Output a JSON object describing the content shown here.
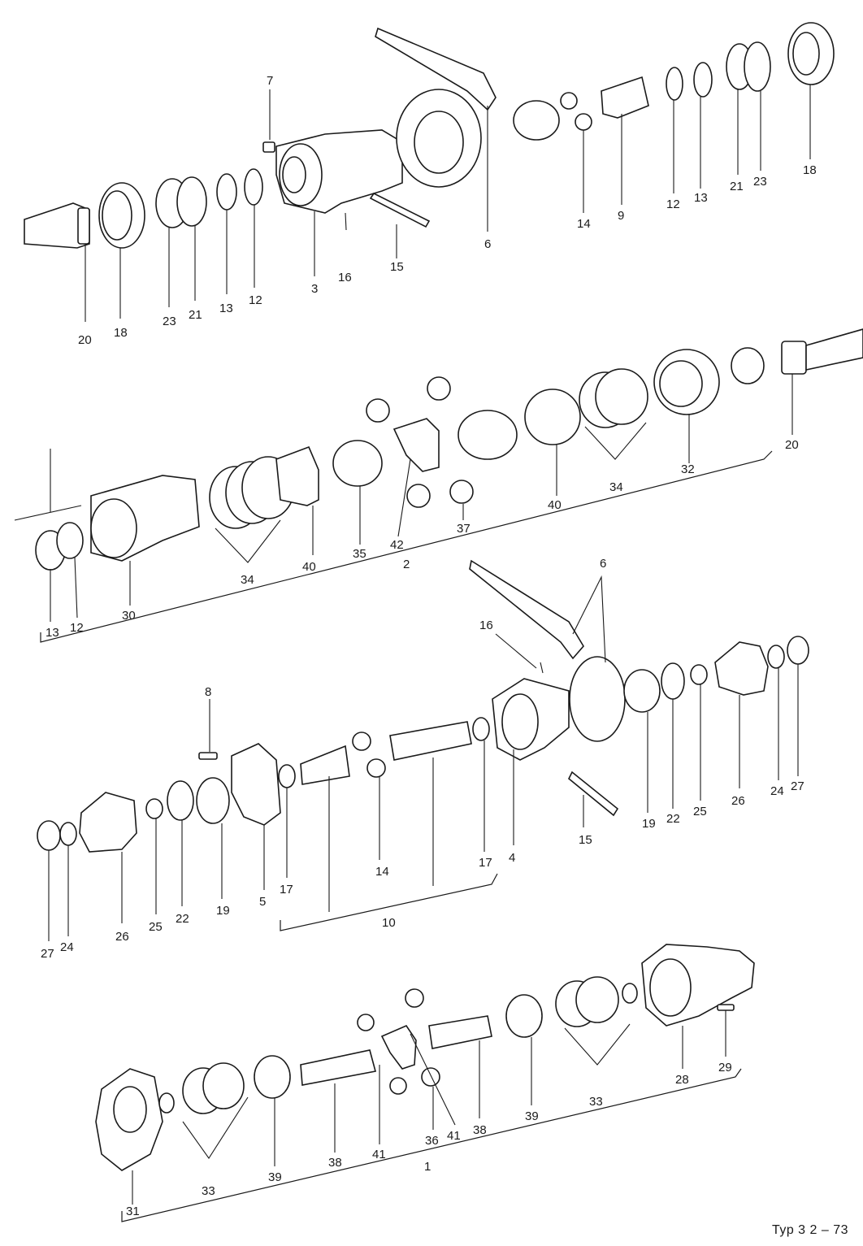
{
  "footer": {
    "text": "Typ 3  2 – 73"
  },
  "rows": [
    {
      "name": "row-top",
      "labels": [
        "20",
        "18",
        "23",
        "21",
        "13",
        "12",
        "3",
        "16",
        "15",
        "6",
        "14",
        "9",
        "12",
        "13",
        "21",
        "23",
        "18",
        "7"
      ]
    },
    {
      "name": "row-second",
      "labels": [
        "13",
        "12",
        "30",
        "34",
        "40",
        "35",
        "42",
        "2",
        "37",
        "40",
        "34",
        "32",
        "20"
      ]
    },
    {
      "name": "row-third",
      "labels": [
        "27",
        "24",
        "26",
        "25",
        "22",
        "19",
        "5",
        "17",
        "14",
        "10",
        "17",
        "4",
        "15",
        "6",
        "16",
        "8",
        "19",
        "22",
        "25",
        "26",
        "24",
        "27"
      ]
    },
    {
      "name": "row-bottom",
      "labels": [
        "31",
        "33",
        "39",
        "38",
        "41",
        "36",
        "41",
        "38",
        "39",
        "33",
        "28",
        "29",
        "1"
      ]
    }
  ]
}
